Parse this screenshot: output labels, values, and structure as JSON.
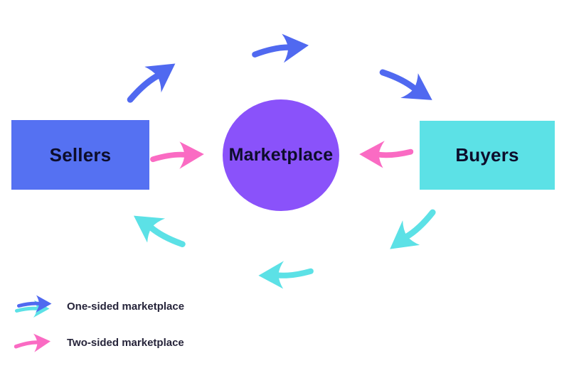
{
  "diagram": {
    "nodes": {
      "sellers": {
        "label": "Sellers"
      },
      "marketplace": {
        "label": "Marketplace"
      },
      "buyers": {
        "label": "Buyers"
      }
    },
    "arrows": [
      {
        "name": "one-sided-arrow-top-left",
        "color": "blue",
        "direction": "up-right"
      },
      {
        "name": "one-sided-arrow-top-center",
        "color": "blue",
        "direction": "right"
      },
      {
        "name": "one-sided-arrow-top-right",
        "color": "blue",
        "direction": "down-right"
      },
      {
        "name": "two-sided-arrow-sellers-to-marketplace",
        "color": "pink",
        "direction": "right"
      },
      {
        "name": "two-sided-arrow-buyers-to-marketplace",
        "color": "pink",
        "direction": "left"
      },
      {
        "name": "one-sided-arrow-bottom-left",
        "color": "teal",
        "direction": "up-left"
      },
      {
        "name": "one-sided-arrow-bottom-center",
        "color": "teal",
        "direction": "left"
      },
      {
        "name": "one-sided-arrow-bottom-right",
        "color": "teal",
        "direction": "down-left"
      }
    ],
    "legend": {
      "items": [
        {
          "label": "One-sided marketplace",
          "icon": "blue-over-teal-arrow"
        },
        {
          "label": "Two-sided marketplace",
          "icon": "pink-arrow"
        }
      ]
    }
  },
  "colors": {
    "background": "#FFFFFF",
    "sellers_box": "#5571F2",
    "marketplace_circle": "#8A52FA",
    "buyers_box": "#5CE1E6",
    "arrow_blue": "#5069F0",
    "arrow_pink": "#FA6BC3",
    "arrow_teal": "#5CE1E6",
    "node_text": "#0D0D2B",
    "legend_text": "#26243A"
  }
}
